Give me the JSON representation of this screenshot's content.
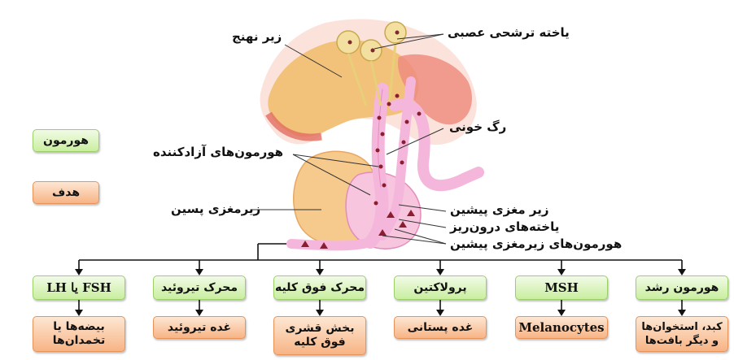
{
  "legend": {
    "hormone": "هورمون",
    "target": "هدف"
  },
  "labels": {
    "hypothalamus": "زیر نهنج",
    "neurosecretory_cell": "یاخته ترشحی عصبی",
    "blood_vessel": "رگ خونی",
    "releasing_hormones": "هورمون‌های آزادکننده",
    "posterior_pituitary": "زیرمغزی پسین",
    "anterior_pituitary": "زیر مغزی پیشین",
    "endocrine_cells": "یاخته‌های درون‌ریز",
    "anterior_pituitary_hormones": "هورمون‌های زیرمغزی پیشین"
  },
  "hormones": [
    {
      "name": "FSH یا LH",
      "target": "بیضه‌ها یا\nتخمدان‌ها"
    },
    {
      "name": "محرک تیروئید",
      "target": "غده تیروئید"
    },
    {
      "name": "محرک فوق کلیه",
      "target": "بخش قشری\nفوق کلیه"
    },
    {
      "name": "پرولاکتین",
      "target": "غده پستانی"
    },
    {
      "name": "MSH",
      "target": "Melanocytes"
    },
    {
      "name": "هورمون رشد",
      "target": "کبد، استخوان‌ها\nو دیگر بافت‌ها"
    }
  ],
  "colors": {
    "hormone_box": "#c9ee9f",
    "target_box": "#f7b485",
    "vessel": "#f5b6dc",
    "hypothalamus_tissue": "#f2c27a",
    "posterior_lobe": "#f6c98c"
  }
}
